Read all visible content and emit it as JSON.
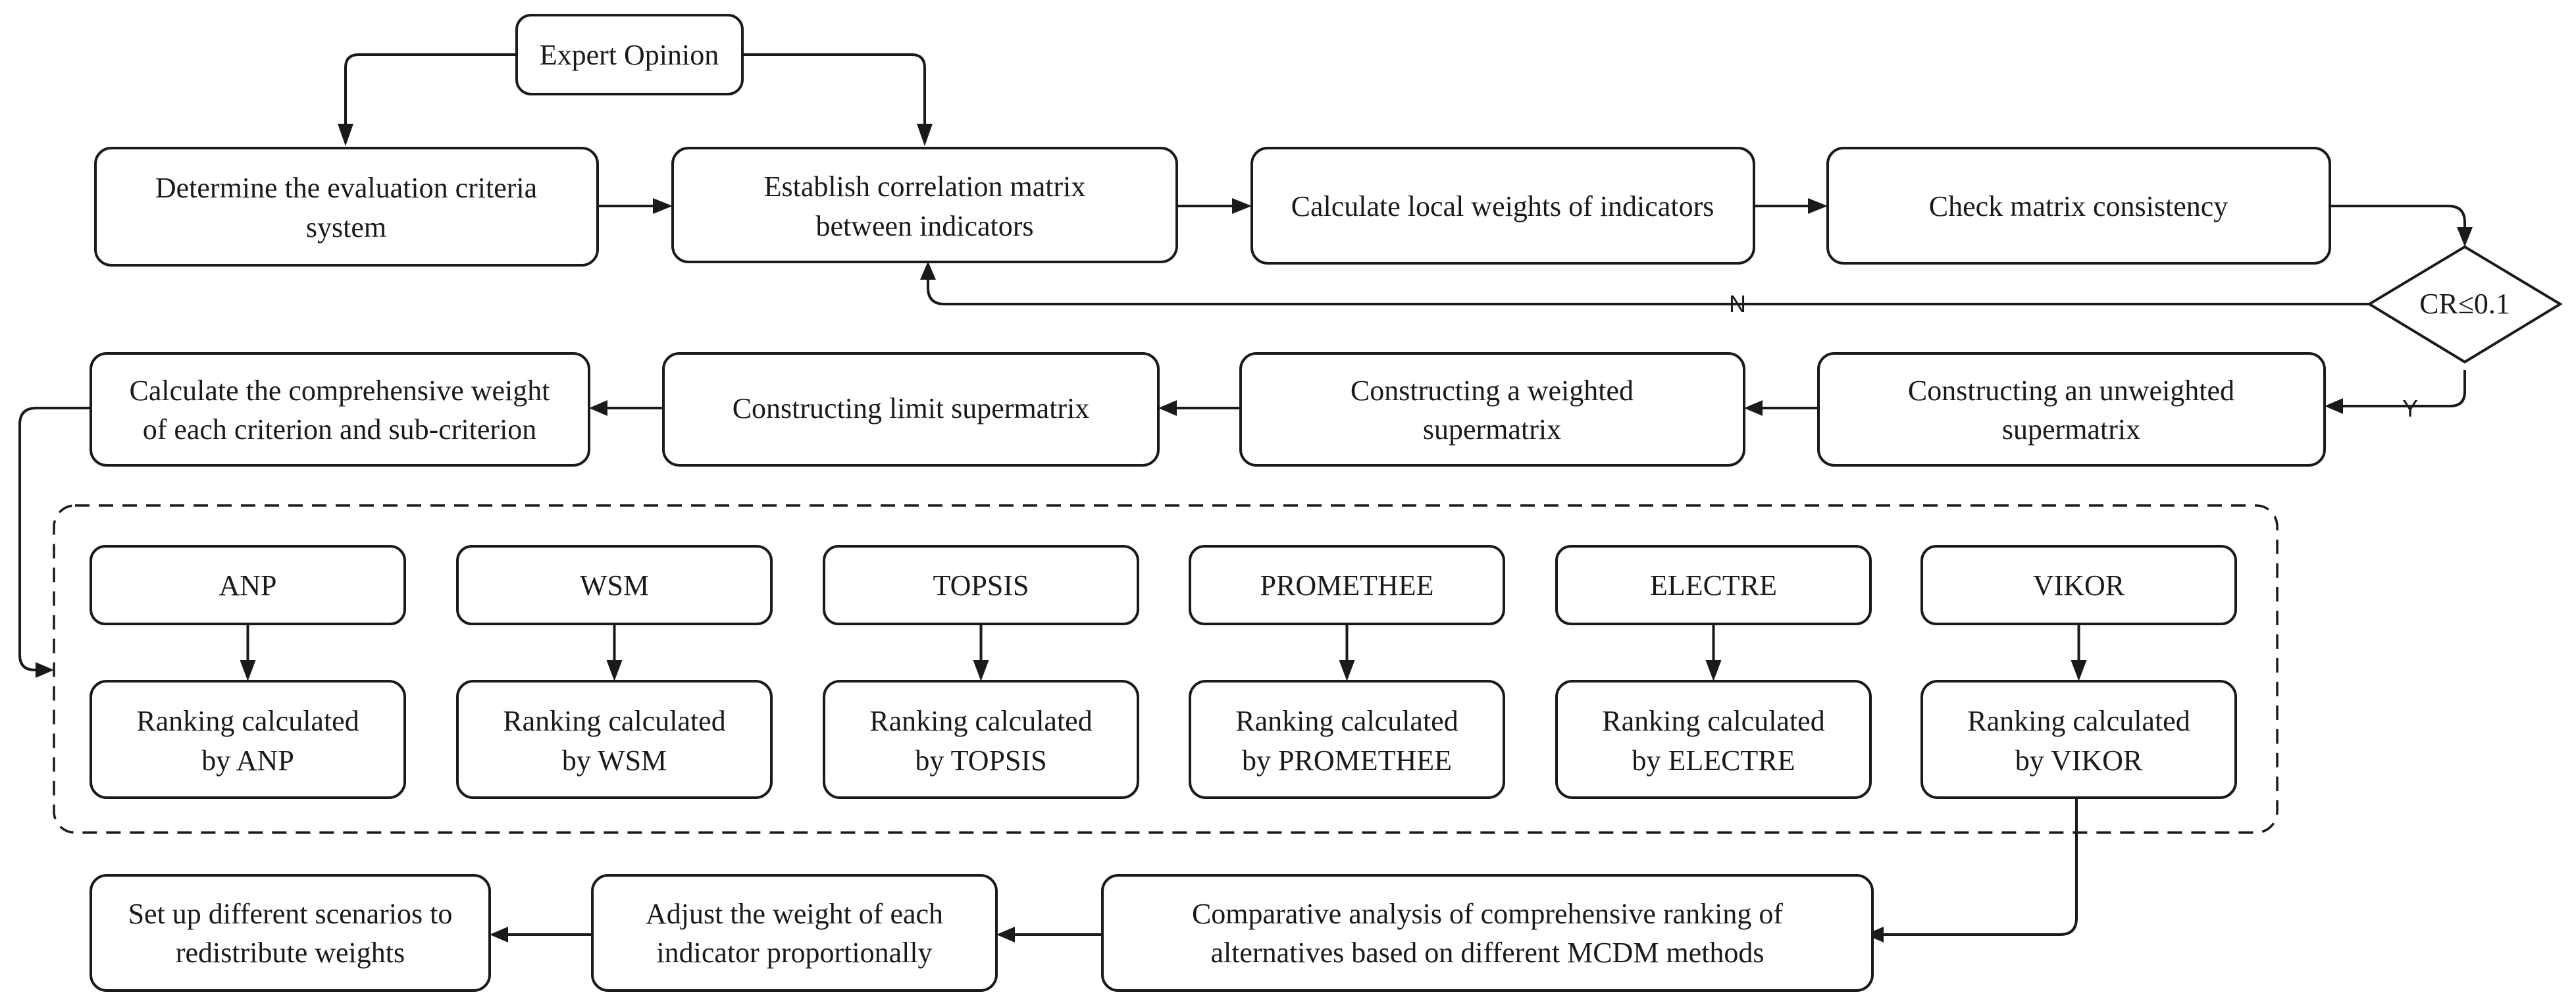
{
  "nodes": {
    "expert": "Expert Opinion",
    "criteria": [
      "Determine the evaluation criteria",
      "system"
    ],
    "correlation": [
      "Establish correlation matrix",
      "between indicators"
    ],
    "local": "Calculate local weights of indicators",
    "consistency": "Check matrix consistency",
    "decision": "CR≤0.1",
    "unweighted": [
      "Constructing an unweighted",
      "supermatrix"
    ],
    "weighted": [
      "Constructing a weighted",
      "supermatrix"
    ],
    "limit": "Constructing limit supermatrix",
    "comprehensive": [
      "Calculate the comprehensive weight",
      "of each criterion and sub-criterion"
    ],
    "comparative": [
      "Comparative analysis of comprehensive ranking of",
      "alternatives based on different MCDM methods"
    ],
    "adjust": [
      "Adjust the weight of each",
      "indicator proportionally"
    ],
    "scenarios": [
      "Set up different scenarios to",
      "redistribute weights"
    ]
  },
  "methods": [
    {
      "name": "ANP",
      "ranking": [
        "Ranking calculated",
        "by ANP"
      ]
    },
    {
      "name": "WSM",
      "ranking": [
        "Ranking calculated",
        "by WSM"
      ]
    },
    {
      "name": "TOPSIS",
      "ranking": [
        "Ranking calculated",
        "by TOPSIS"
      ]
    },
    {
      "name": "PROMETHEE",
      "ranking": [
        "Ranking calculated",
        "by PROMETHEE"
      ]
    },
    {
      "name": "ELECTRE",
      "ranking": [
        "Ranking calculated",
        "by ELECTRE"
      ]
    },
    {
      "name": "VIKOR",
      "ranking": [
        "Ranking calculated",
        "by VIKOR"
      ]
    }
  ],
  "edge_labels": {
    "no": "N",
    "yes": "Y"
  }
}
